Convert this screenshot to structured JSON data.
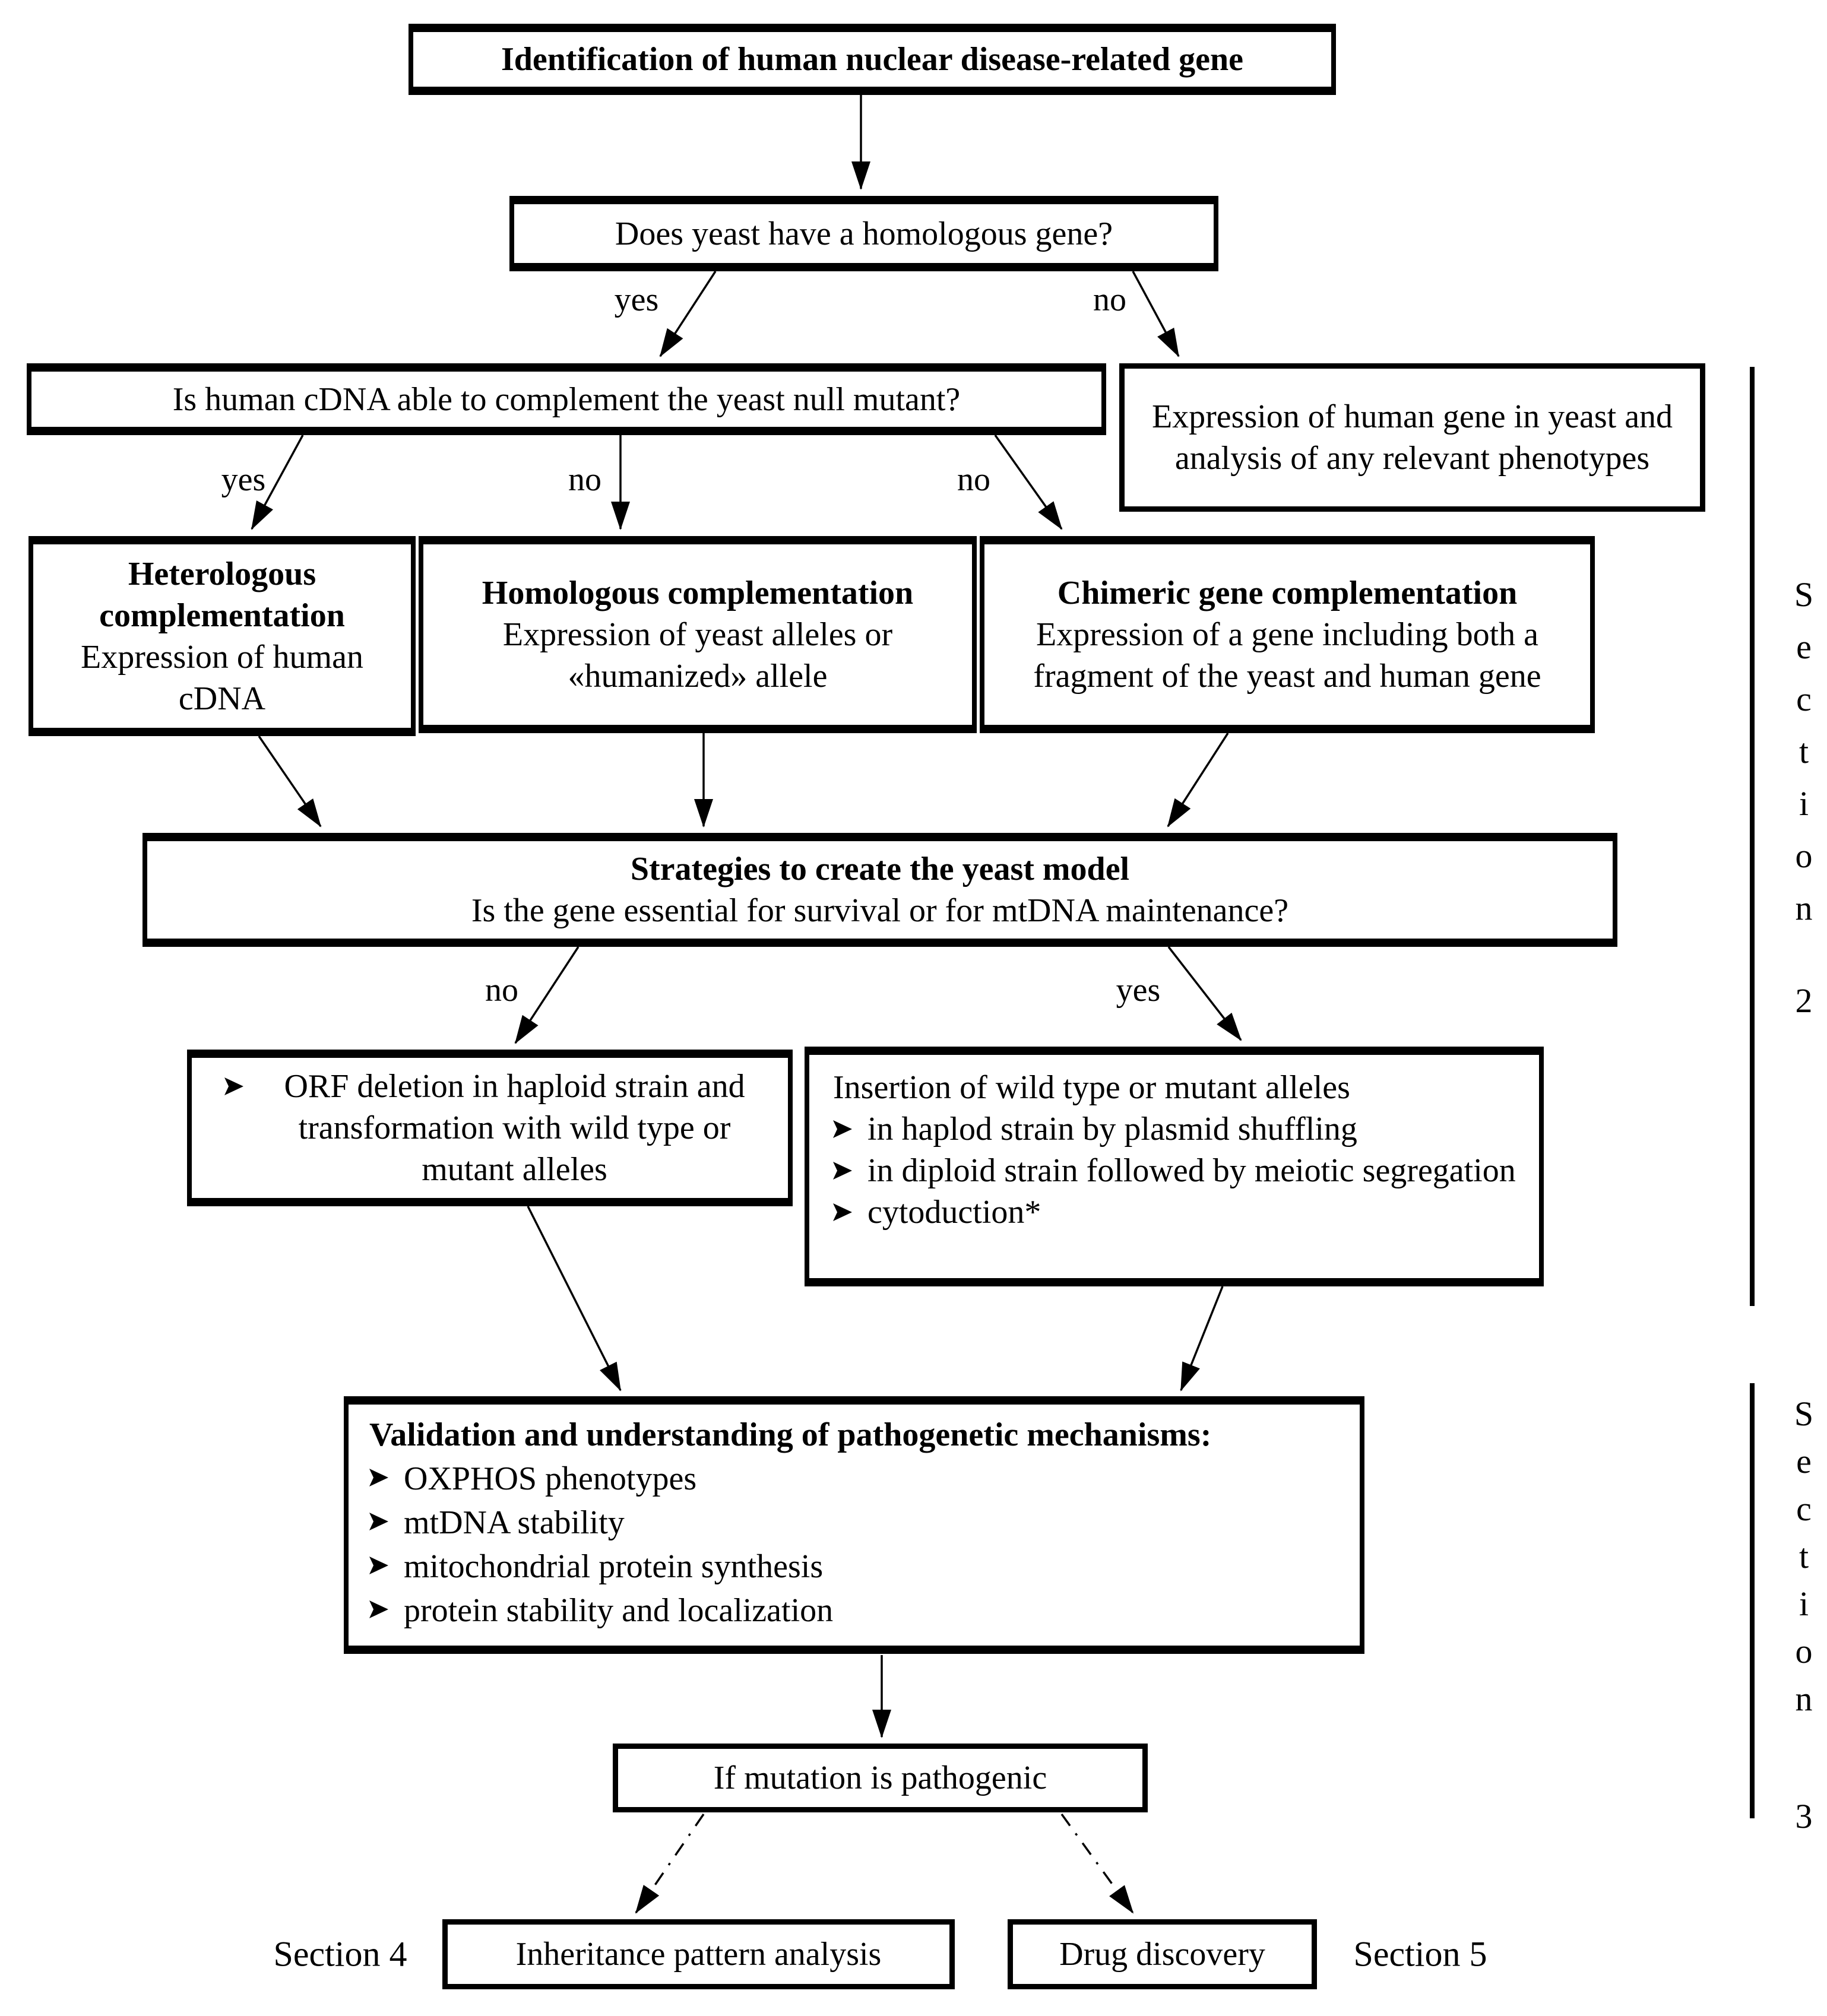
{
  "nodes": {
    "identification": "Identification of human nuclear disease-related gene",
    "homolog_question": "Does yeast have a homologous gene?",
    "cdna_question": "Is human cDNA able to complement the yeast null mutant?",
    "expression_human_gene": "Expression of human gene in yeast and analysis of any relevant phenotypes",
    "heterologous": {
      "title": "Heterologous complementation",
      "body": "Expression of human cDNA"
    },
    "homologous": {
      "title": "Homologous complementation",
      "body": "Expression of yeast alleles or «humanized» allele"
    },
    "chimeric": {
      "title": "Chimeric gene complementation",
      "body": "Expression of a gene including both a fragment of the yeast and human gene"
    },
    "strategies": {
      "title": "Strategies to create the yeast model",
      "question": "Is the gene essential for survival or for mtDNA maintenance?"
    },
    "orf_deletion": {
      "item": "ORF deletion in haploid strain and transformation with wild type or mutant alleles"
    },
    "insertion": {
      "intro": "Insertion of wild type or mutant alleles",
      "items": [
        "in haplod strain by plasmid shuffling",
        "in diploid strain followed by meiotic segregation",
        "cytoduction*"
      ]
    },
    "validation": {
      "title": "Validation and understanding of pathogenetic mechanisms:",
      "items": [
        "OXPHOS phenotypes",
        "mtDNA stability",
        "mitochondrial protein synthesis",
        "protein stability and localization"
      ]
    },
    "pathogenic": "If mutation is pathogenic",
    "inheritance": "Inheritance pattern analysis",
    "drug_discovery": "Drug discovery"
  },
  "edges": {
    "homolog_yes": "yes",
    "homolog_no": "no",
    "cdna_yes": "yes",
    "cdna_no_mid": "no",
    "cdna_no_right": "no",
    "essential_no": "no",
    "essential_yes": "yes"
  },
  "sections": {
    "section2": {
      "word": "S\ne\nc\nt\ni\no\nn",
      "number": "2"
    },
    "section3": {
      "word": "S\ne\nc\nt\ni\no\nn",
      "number": "3"
    },
    "section4": "Section 4",
    "section5": "Section 5"
  },
  "icons": {
    "arrow_bullet": "➢"
  },
  "colors": {
    "ink": "#000000",
    "background": "#ffffff"
  }
}
